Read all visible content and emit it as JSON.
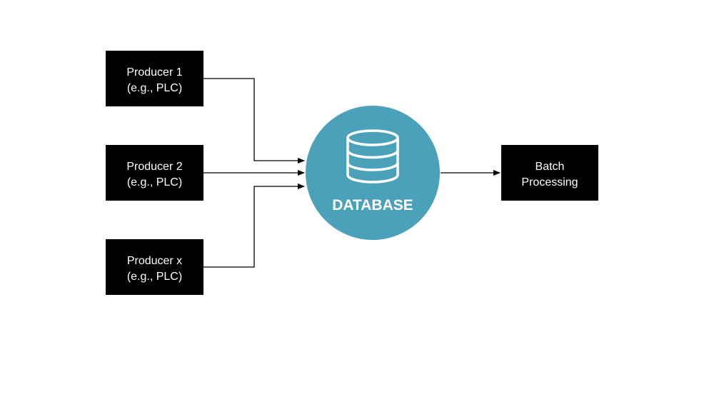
{
  "colors": {
    "box_fill": "#000000",
    "box_text": "#ffffff",
    "database_fill": "#4ba1b9",
    "database_text": "#ffffff",
    "connector": "#000000",
    "background": "#ffffff"
  },
  "producers": [
    {
      "line1": "Producer 1",
      "line2": "(e.g., PLC)"
    },
    {
      "line1": "Producer 2",
      "line2": "(e.g., PLC)"
    },
    {
      "line1": "Producer x",
      "line2": "(e.g., PLC)"
    }
  ],
  "database": {
    "label": "DATABASE",
    "icon": "database-cylinder-icon"
  },
  "consumer": {
    "line1": "Batch",
    "line2": "Processing"
  }
}
